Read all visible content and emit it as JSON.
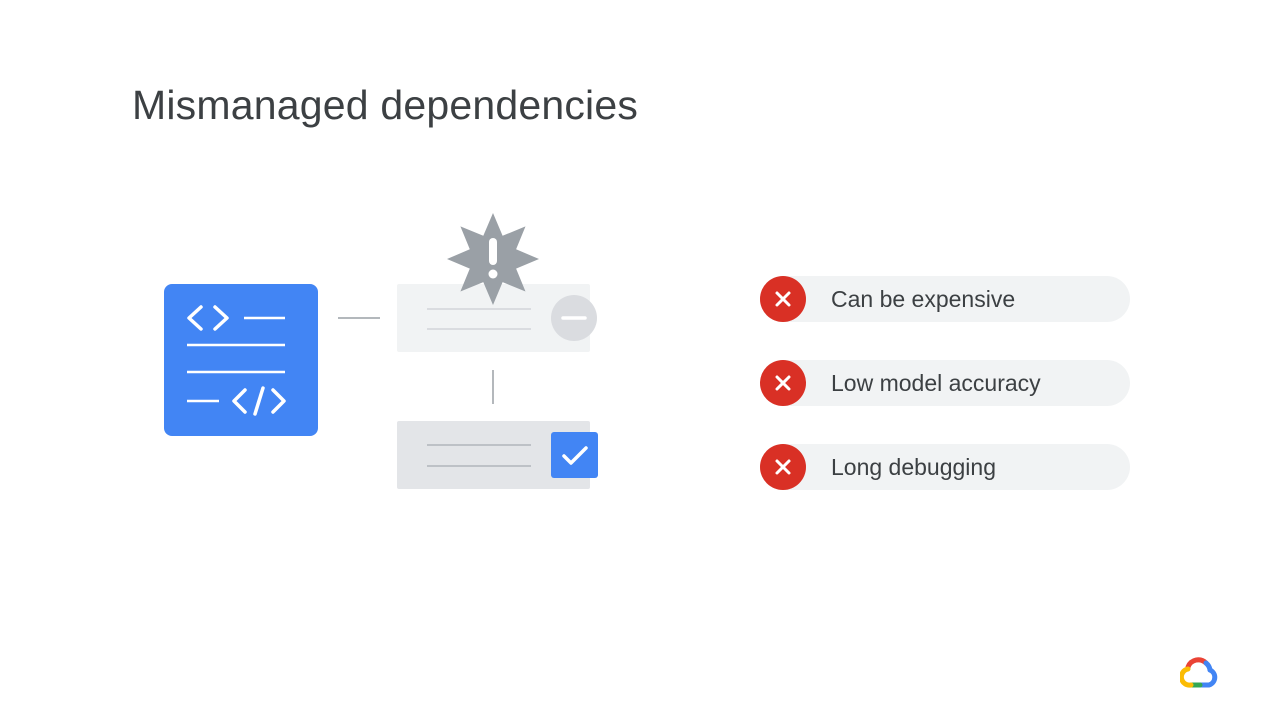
{
  "title": "Mismanaged dependencies",
  "diagram": {
    "code_block_icon": "code-document-icon",
    "warning_icon": "warning-burst-icon",
    "minus_icon": "minus-circle-icon",
    "check_icon": "checkbox-checked-icon"
  },
  "bullets": [
    {
      "label": "Can be expensive",
      "icon": "close-icon"
    },
    {
      "label": "Low model accuracy",
      "icon": "close-icon"
    },
    {
      "label": "Long debugging",
      "icon": "close-icon"
    }
  ],
  "colors": {
    "accent_blue": "#4285f4",
    "error_red": "#d93025",
    "warning_gray": "#9aa0a6",
    "card_gray": "#f1f3f4",
    "text": "#3c4043"
  },
  "logo": "google-cloud-logo"
}
